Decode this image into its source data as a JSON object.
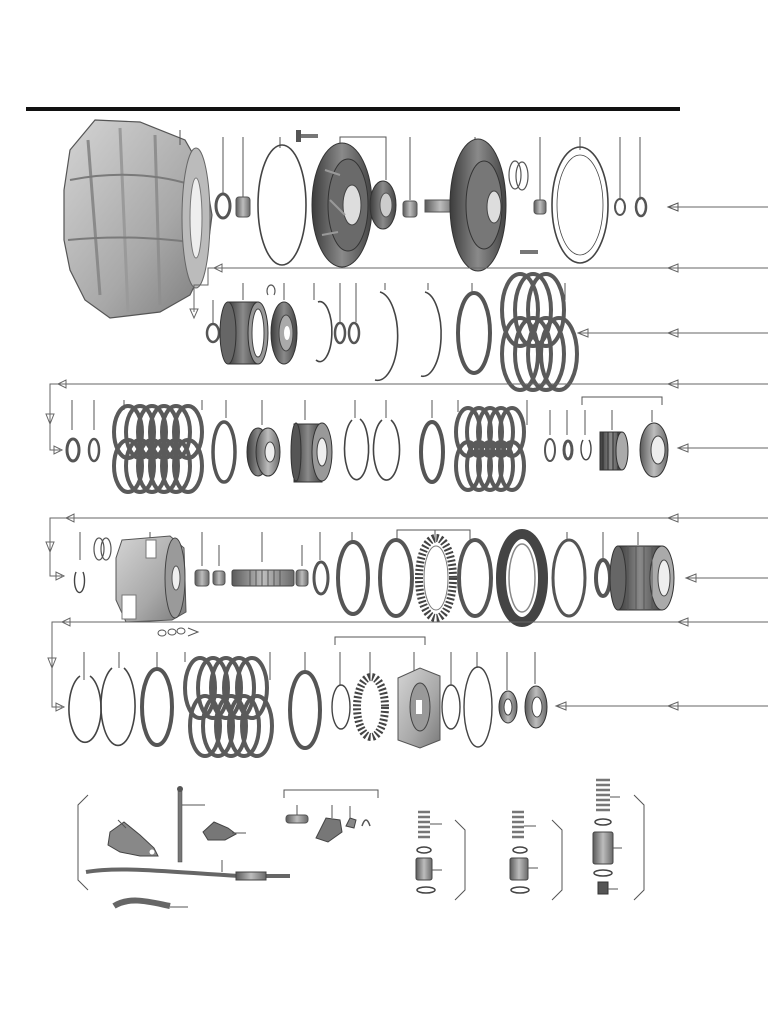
{
  "colors": {
    "background": "#ffffff",
    "header_rule": "#111111",
    "leader": "#555555",
    "metal_dark": "#555555",
    "metal_mid": "#8a8a8a",
    "metal_light": "#c8c8c8",
    "ring": "#444444",
    "spring": "#777777"
  },
  "diagram": {
    "rows": [
      {
        "id": "row-1",
        "parts": [
          "transmission-case",
          "thrust-washer",
          "bushing",
          "seal-ring",
          "oil-pump-cover",
          "pump-gear",
          "bushing",
          "oil-pump-body",
          "clip",
          "bushing",
          "pump-gasket",
          "washer",
          "washer"
        ]
      },
      {
        "id": "row-2",
        "parts": [
          "washer",
          "ring-gear",
          "snap-ring",
          "sun-gear",
          "snap-ring",
          "washer",
          "washer",
          "snap-ring",
          "snap-ring",
          "friction-plate",
          "clutch-pack"
        ]
      },
      {
        "id": "row-3",
        "parts": [
          "washer",
          "washer",
          "clutch-pack",
          "friction-plate",
          "planetary-gear",
          "clutch-hub",
          "snap-ring",
          "snap-ring",
          "friction-plate",
          "clutch-pack",
          "washer",
          "washer",
          "snap-ring",
          "gear-set",
          "clutch-drum"
        ]
      },
      {
        "id": "row-4",
        "parts": [
          "snap-ring",
          "seal-rings",
          "clutch-housing",
          "bushing",
          "bushing",
          "input-shaft",
          "bushing",
          "washer",
          "friction-plate",
          "steel-plate",
          "roller-clutch",
          "steel-plate",
          "clutch-drum",
          "friction-plate",
          "washer",
          "ring-gear-housing"
        ]
      },
      {
        "id": "row-5",
        "parts": [
          "snap-ring",
          "snap-ring",
          "friction-plate",
          "clutch-pack",
          "friction-plate",
          "snap-ring",
          "sprag-gear",
          "clutch-drum",
          "seal-ring",
          "seal-ring",
          "bearing",
          "bearing"
        ]
      },
      {
        "id": "row-6",
        "parts": [
          "bracket",
          "shift-rod",
          "linkage-arm",
          "pins",
          "lever",
          "pin",
          "link-rod",
          "arm",
          "spring",
          "seal",
          "valve-piston",
          "seal",
          "spring",
          "seal",
          "valve-piston",
          "seal",
          "spring",
          "seal",
          "valve-piston",
          "seal",
          "plug"
        ]
      }
    ]
  }
}
